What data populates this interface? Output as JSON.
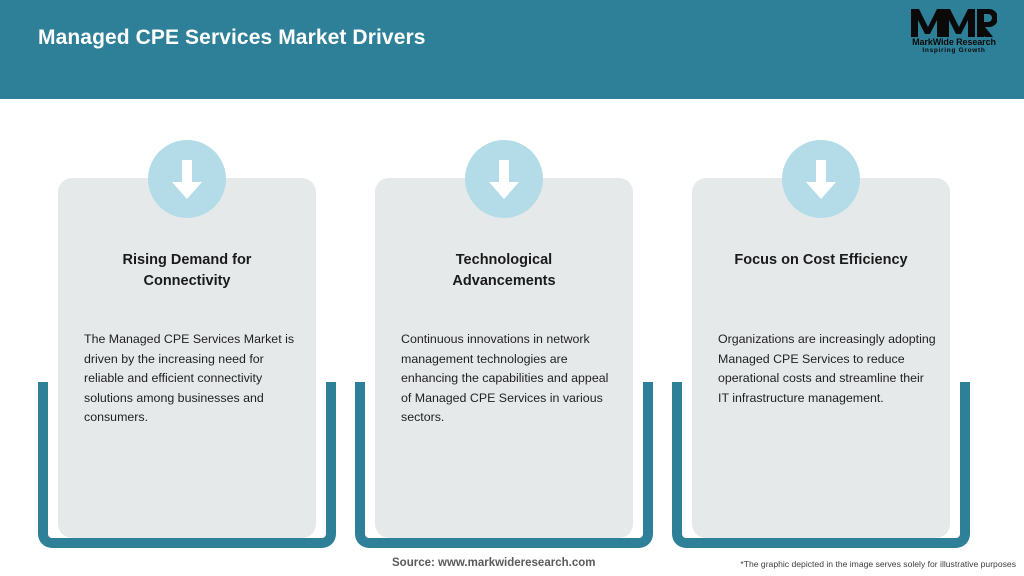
{
  "header": {
    "title": "Managed CPE Services Market Drivers",
    "background_color": "#2e8098",
    "title_color": "#ffffff"
  },
  "logo": {
    "mark": "MWR",
    "name": "MarkWide Research",
    "tagline": "Inspiring Growth"
  },
  "theme": {
    "accent": "#2e8098",
    "card_fill": "#e6e9ea",
    "icon_circle": "#b3dce8",
    "icon_arrow": "#ffffff"
  },
  "cards": [
    {
      "icon": "arrow-down-icon",
      "title": "Rising Demand for Connectivity",
      "body": "The Managed CPE Services Market is driven by the increasing need for reliable and efficient connectivity solutions among businesses and consumers."
    },
    {
      "icon": "arrow-down-icon",
      "title": "Technological Advancements",
      "body": "Continuous innovations in network management technologies are enhancing the capabilities and appeal of Managed CPE Services in various sectors."
    },
    {
      "icon": "arrow-down-icon",
      "title": "Focus on Cost Efficiency",
      "body": "Organizations are increasingly adopting Managed CPE Services to reduce operational costs and streamline their IT infrastructure management."
    }
  ],
  "footer": {
    "source": "Source: www.markwideresearch.com",
    "disclaimer": "*The graphic depicted in the image serves solely for illustrative purposes"
  }
}
